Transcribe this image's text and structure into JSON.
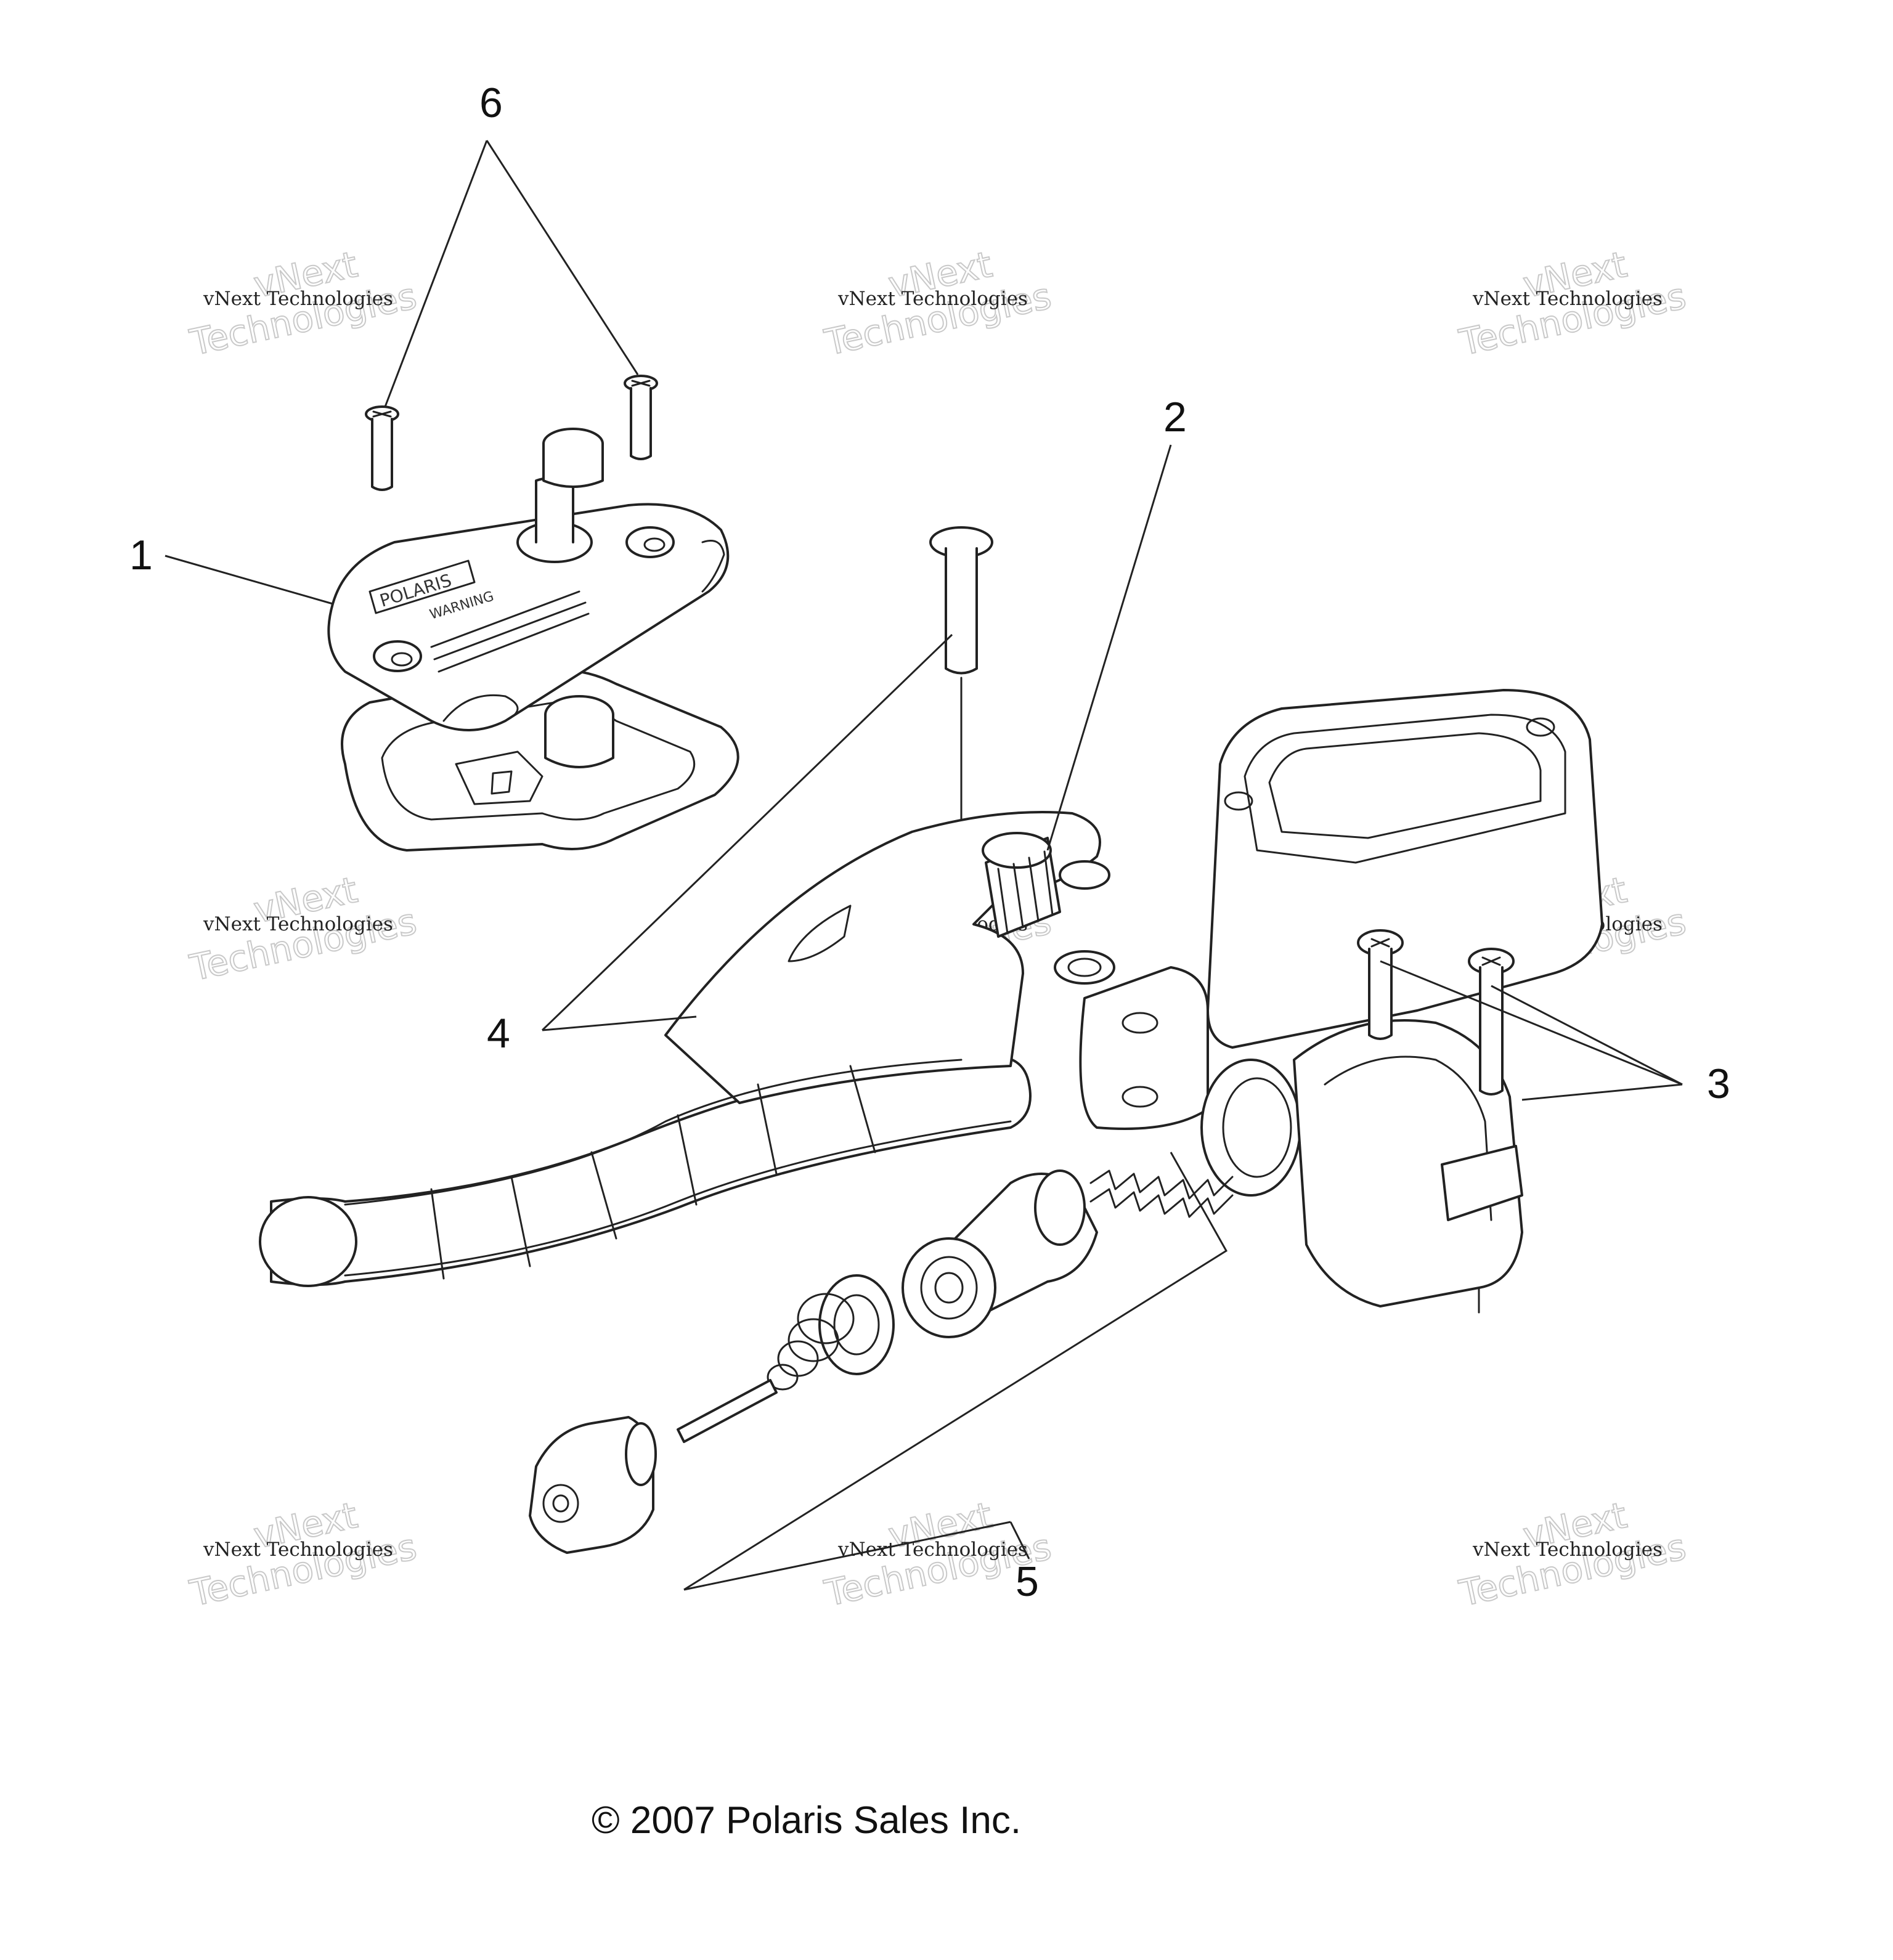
{
  "callouts": [
    "1",
    "2",
    "3",
    "4",
    "5",
    "6"
  ],
  "watermark": {
    "line1": "vNext Technologies",
    "line2": "vNext",
    "line3": "Technologies"
  },
  "cap_lettering": [
    "POLARIS",
    "WARNING"
  ],
  "copyright": "© 2007 Polaris Sales Inc."
}
